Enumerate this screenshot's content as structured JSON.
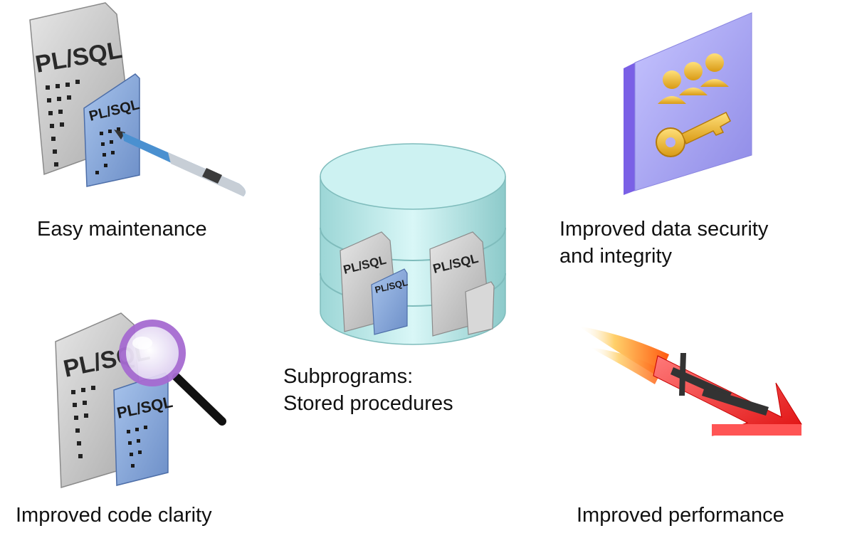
{
  "doc_label": "PL/SQL",
  "captions": {
    "easy_maintenance": "Easy maintenance",
    "code_clarity": "Improved code clarity",
    "subprograms_line1": "Subprograms:",
    "subprograms_line2": "Stored procedures",
    "security_line1": "Improved data security",
    "security_line2": "and integrity",
    "performance": "Improved performance"
  },
  "icons": {
    "easy_maintenance": [
      "plsql-document-icon",
      "pen-icon"
    ],
    "code_clarity": [
      "plsql-document-icon",
      "magnifier-icon"
    ],
    "center": "database-cylinder-icon",
    "security": [
      "users-icon",
      "key-icon"
    ],
    "performance": "fast-arrow-icon"
  },
  "colors": {
    "doc_gray": "#c8c8c8",
    "doc_blue": "#8fb0dd",
    "cylinder": "#bfeeee",
    "security_panel": "#a9a6f4",
    "security_side": "#7b61e6",
    "gold": "#f2c23c",
    "arrow_red": "#ff2a2a",
    "flame": "#ff8a1a",
    "magnifier_ring": "#b27ed8"
  }
}
